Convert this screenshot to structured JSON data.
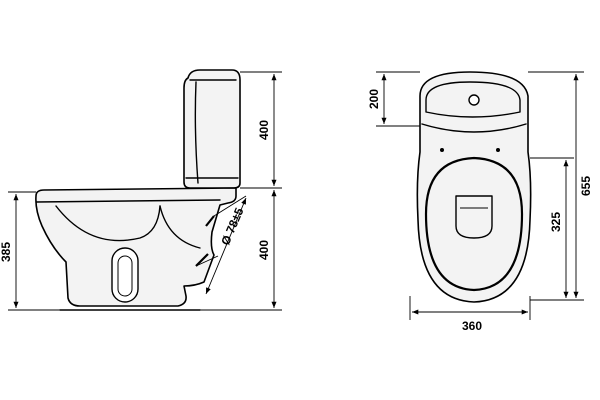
{
  "dimensions": {
    "side_height_bowl": "385",
    "tank_height": "400",
    "bowl_height": "400",
    "outlet_diameter": "Ø 78±5",
    "top_tank_depth": "200",
    "top_total_length": "655",
    "top_bowl_length": "325",
    "top_width": "360"
  }
}
